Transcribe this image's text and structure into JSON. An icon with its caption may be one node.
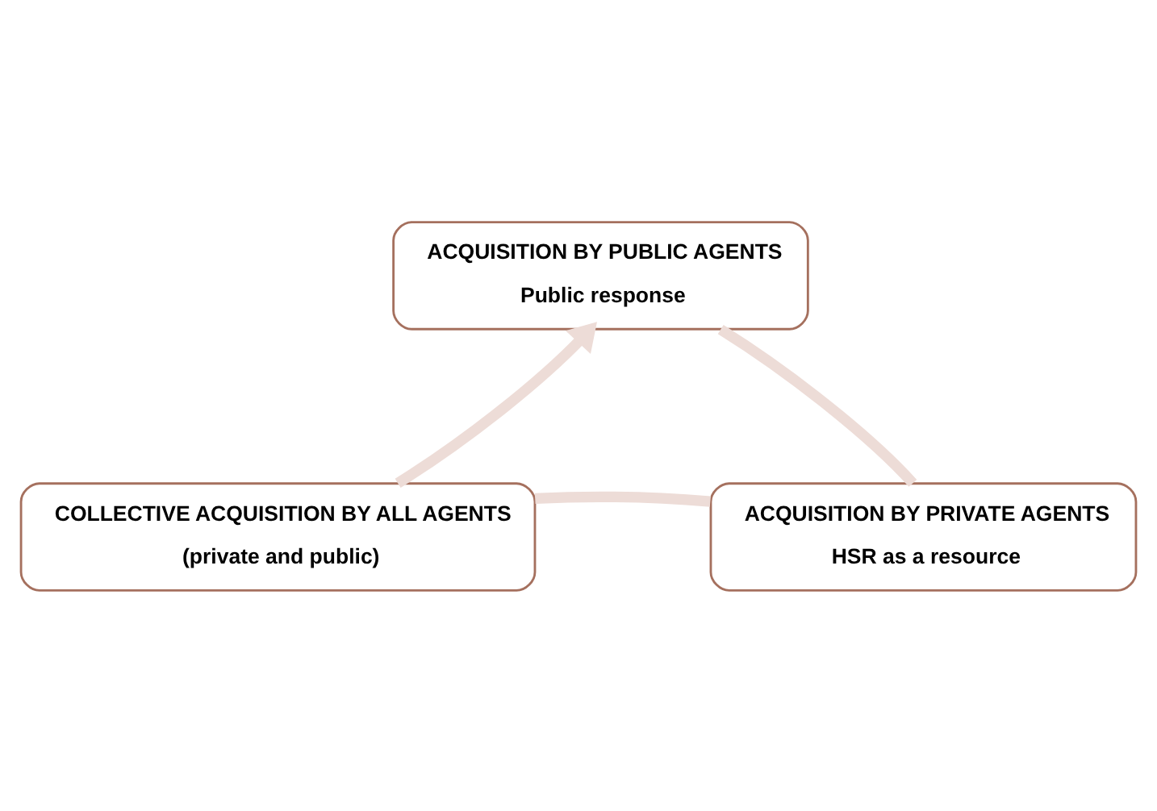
{
  "diagram": {
    "nodes": [
      {
        "text": [
          "ACQUISITION BY PUBLIC AGENTS",
          "Public response"
        ]
      },
      {
        "text": [
          "ACQUISITION BY PRIVATE AGENTS",
          "HSR as a resource"
        ]
      },
      {
        "text": [
          "COLLECTIVE ACQUISITION BY ALL AGENTS",
          "(private and public)"
        ]
      }
    ],
    "edges": [
      {
        "from": 0,
        "to": 1,
        "arrow": "none"
      },
      {
        "from": 1,
        "to": 2,
        "arrow": "none"
      },
      {
        "from": 2,
        "to": 0,
        "arrow": "to"
      }
    ]
  }
}
